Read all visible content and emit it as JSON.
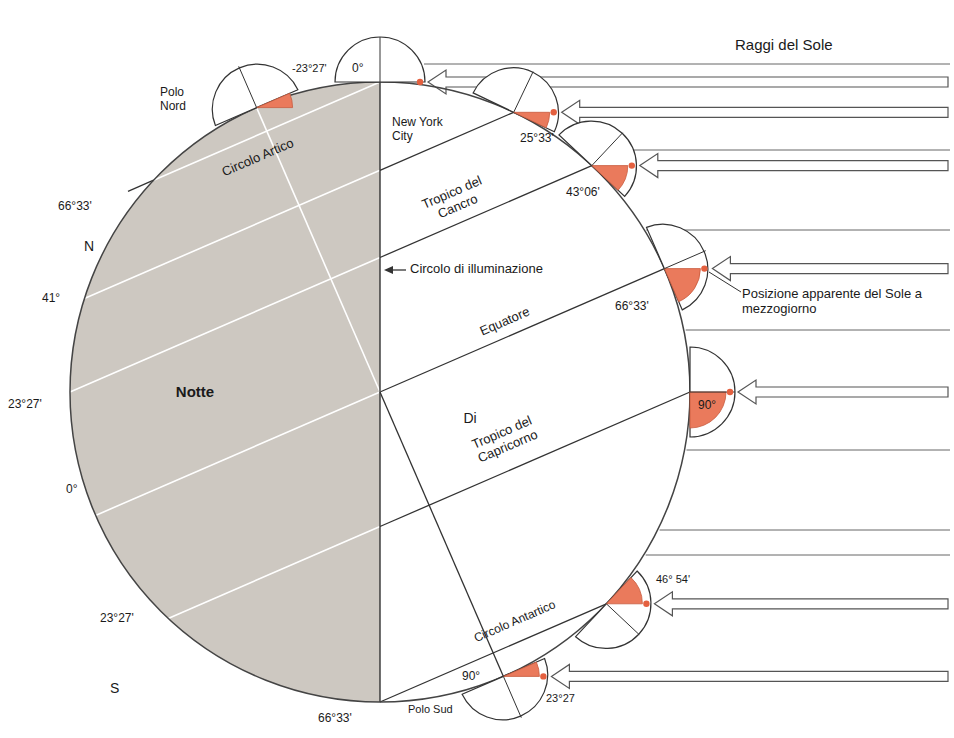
{
  "diagram": {
    "labels": [
      "Raggi del Sole",
      "Polo Nord",
      "-23°27'",
      "0°",
      "25°33'",
      "New York City",
      "Circolo Artico",
      "66°33'",
      "N",
      "41°",
      "Tropico del Cancro",
      "Circolo di illuminazione",
      "Equatore",
      "Notte",
      "Di",
      "Tropico del Capricorno",
      "Posizione apparente del Sole a mezzogiorno",
      "66°33'",
      "90°",
      "43°06'",
      "23°27'",
      "0°",
      "23°27'",
      "S",
      "Circolo Antartico",
      "46° 54'",
      "66°33'",
      "90°",
      "23°27",
      "Polo Sud"
    ]
  }
}
